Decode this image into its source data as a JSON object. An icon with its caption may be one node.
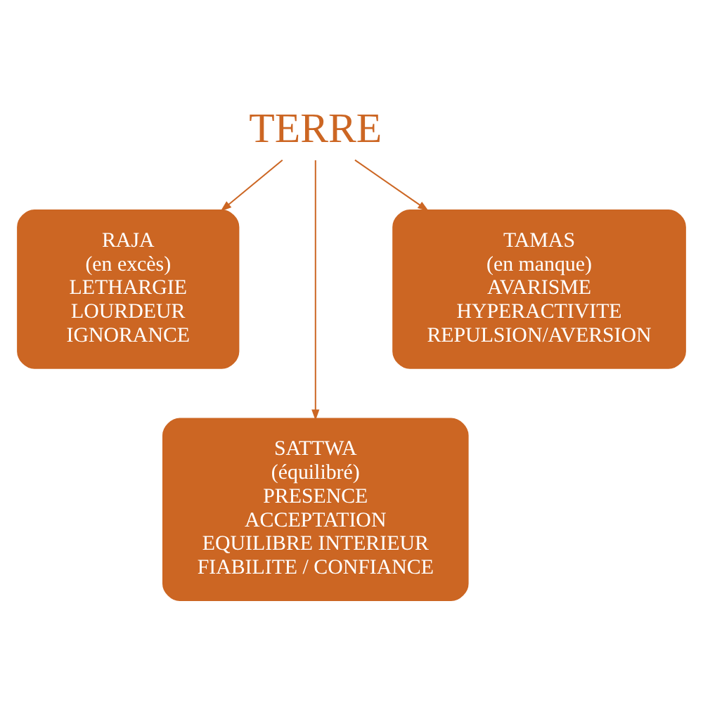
{
  "diagram": {
    "nodes": [
      {
        "text": [
          "TERRE"
        ]
      },
      {
        "text": [
          "RAJA",
          "(en excès)",
          "LETHARGIE",
          "LOURDEUR",
          "IGNORANCE"
        ]
      },
      {
        "text": [
          "TAMAS",
          "(en manque)",
          "AVARISME",
          "HYPERACTIVITE",
          "REPULSION/AVERSION"
        ]
      },
      {
        "text": [
          "SATTWA",
          "(équilibré)",
          "PRESENCE",
          "ACCEPTATION",
          "EQUILIBRE INTERIEUR",
          "FIABILITE / CONFIANCE"
        ]
      }
    ],
    "edges": [
      {
        "from": 0,
        "to": 1,
        "arrow": "to"
      },
      {
        "from": 0,
        "to": 3,
        "arrow": "to"
      },
      {
        "from": 0,
        "to": 2,
        "arrow": "to"
      }
    ]
  }
}
